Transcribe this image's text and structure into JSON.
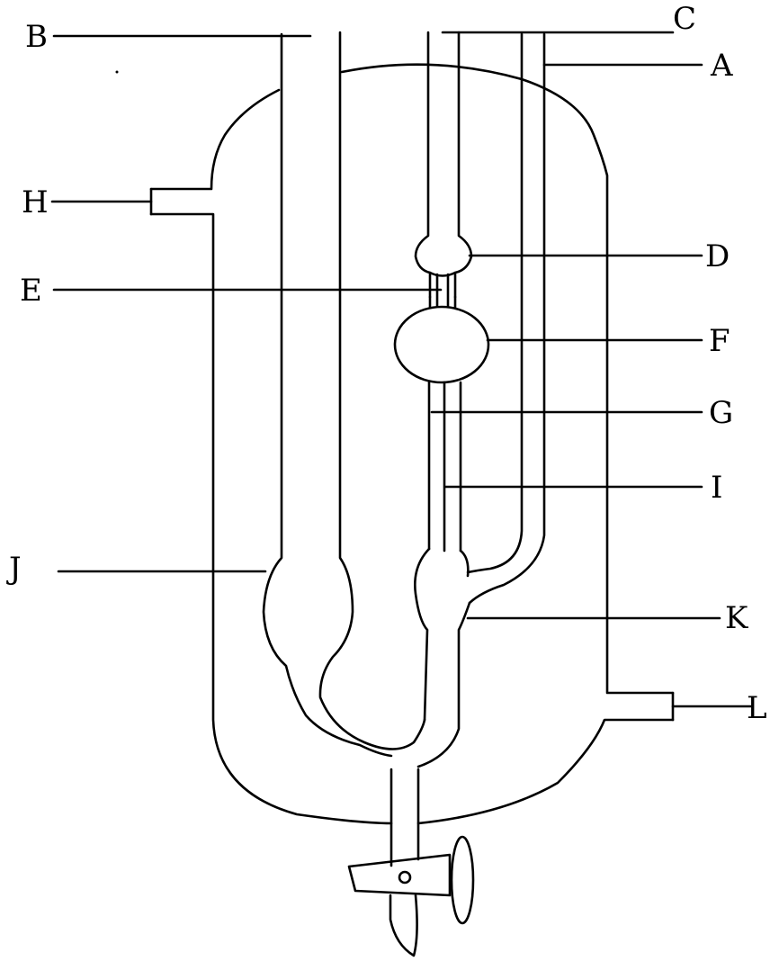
{
  "diagram": {
    "labels": {
      "A": "A",
      "B": "B",
      "C": "C",
      "D": "D",
      "E": "E",
      "F": "F",
      "G": "G",
      "H": "H",
      "I": "I",
      "J": "J",
      "K": "K",
      "L": "L"
    },
    "line_color": "#000000",
    "background": "#ffffff"
  }
}
